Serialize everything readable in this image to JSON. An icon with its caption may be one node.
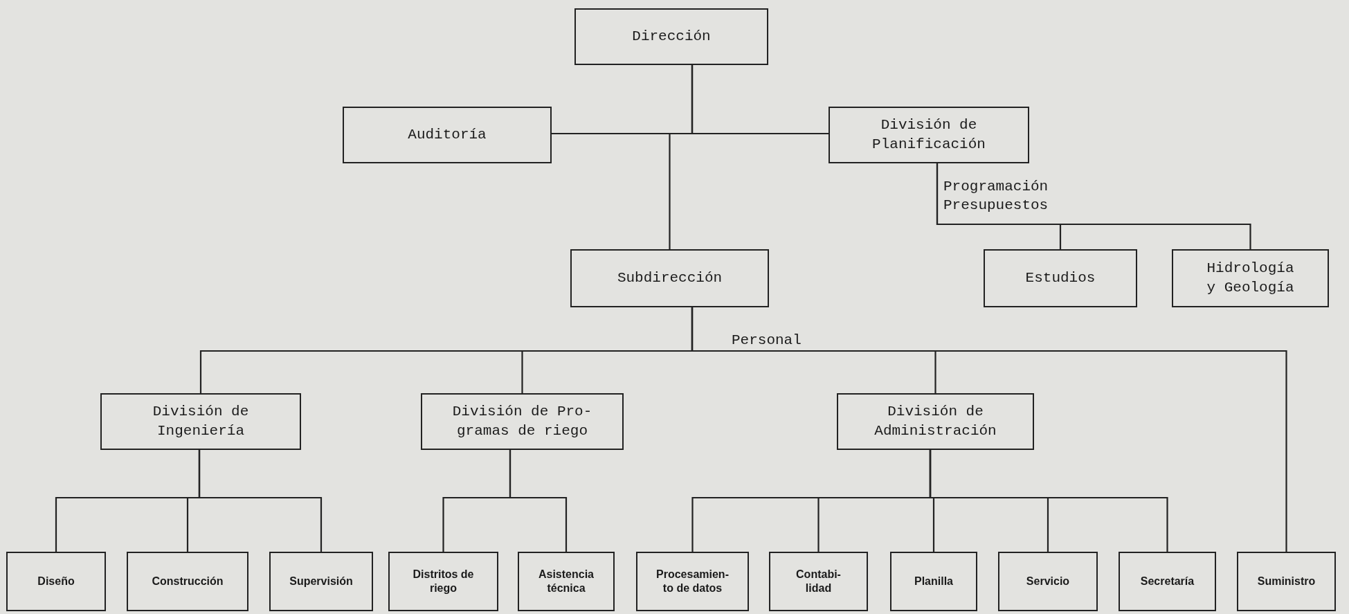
{
  "diagram": {
    "nodes": [
      {
        "text": [
          "Dirección"
        ]
      },
      {
        "text": [
          "Auditoría"
        ]
      },
      {
        "text": [
          "División de Planificación"
        ]
      },
      {
        "text": [
          "Subdirección"
        ]
      },
      {
        "text": [
          "Estudios"
        ]
      },
      {
        "text": [
          "Hidrología y Geología"
        ]
      },
      {
        "text": [
          "División de Ingeniería"
        ]
      },
      {
        "text": [
          "División de Pro- gramas de riego"
        ]
      },
      {
        "text": [
          "División de Administración"
        ]
      },
      {
        "text": [
          "Diseño"
        ]
      },
      {
        "text": [
          "Construcción"
        ]
      },
      {
        "text": [
          "Supervisión"
        ]
      },
      {
        "text": [
          "Distritos de riego"
        ]
      },
      {
        "text": [
          "Asistencia técnica"
        ]
      },
      {
        "text": [
          "Procesamien- to de datos"
        ]
      },
      {
        "text": [
          "Contabi- lidad"
        ]
      },
      {
        "text": [
          "Planilla"
        ]
      },
      {
        "text": [
          "Servicio"
        ]
      },
      {
        "text": [
          "Secretaría"
        ]
      },
      {
        "text": [
          "Suministro"
        ]
      }
    ],
    "edges": [
      {
        "from": 0,
        "to": 1,
        "arrow": "none"
      },
      {
        "from": 0,
        "to": 2,
        "arrow": "none"
      },
      {
        "from": 0,
        "to": 3,
        "arrow": "none"
      },
      {
        "from": 2,
        "to": 4,
        "arrow": "none"
      },
      {
        "from": 2,
        "to": 5,
        "arrow": "none"
      },
      {
        "from": 3,
        "to": 6,
        "arrow": "none"
      },
      {
        "from": 3,
        "to": 7,
        "arrow": "none"
      },
      {
        "from": 3,
        "to": 8,
        "arrow": "none"
      },
      {
        "from": 3,
        "to": 19,
        "arrow": "none"
      },
      {
        "from": 6,
        "to": 9,
        "arrow": "none"
      },
      {
        "from": 6,
        "to": 10,
        "arrow": "none"
      },
      {
        "from": 6,
        "to": 11,
        "arrow": "none"
      },
      {
        "from": 7,
        "to": 12,
        "arrow": "none"
      },
      {
        "from": 7,
        "to": 13,
        "arrow": "none"
      },
      {
        "from": 8,
        "to": 14,
        "arrow": "none"
      },
      {
        "from": 8,
        "to": 15,
        "arrow": "none"
      },
      {
        "from": 8,
        "to": 16,
        "arrow": "none"
      },
      {
        "from": 8,
        "to": 17,
        "arrow": "none"
      },
      {
        "from": 8,
        "to": 18,
        "arrow": "none"
      }
    ],
    "labels": [
      "Programación",
      "Presupuestos",
      "Personal"
    ]
  }
}
